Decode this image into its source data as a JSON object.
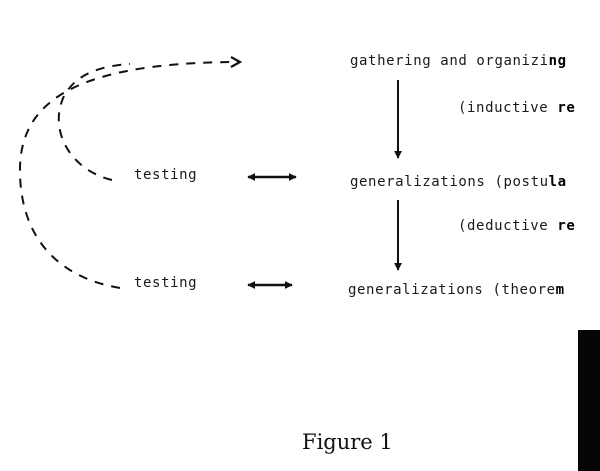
{
  "diagram": {
    "lines": [
      {
        "id": "gathering",
        "text": "gathering and organizi",
        "cut": "ng"
      },
      {
        "id": "inductive",
        "text": "(inductive ",
        "cut": "re"
      },
      {
        "id": "postulates",
        "text": "generalizations (postu",
        "cut": "la"
      },
      {
        "id": "deductive",
        "text": "(deductive ",
        "cut": "re"
      },
      {
        "id": "theorems",
        "text": "generalizations (theore",
        "cut": "m"
      }
    ],
    "testing_labels": [
      "testing",
      "testing"
    ]
  },
  "caption": "Figure 1"
}
